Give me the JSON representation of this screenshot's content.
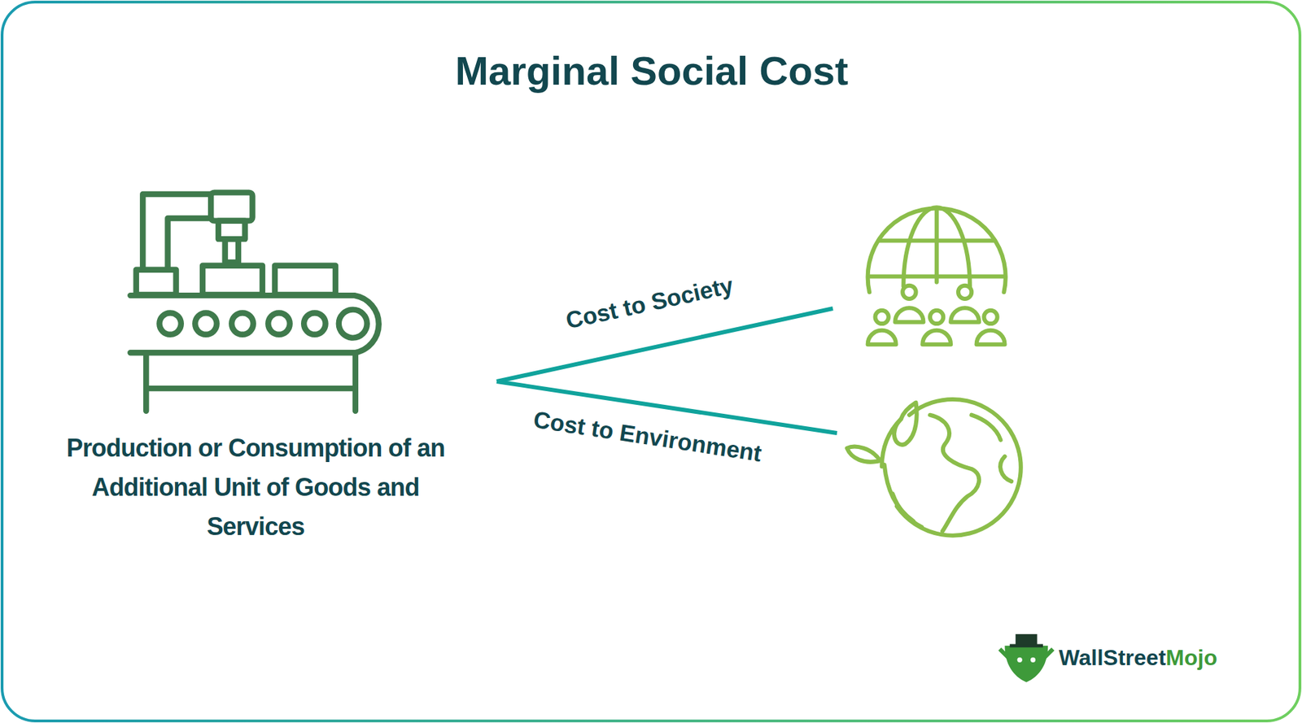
{
  "diagram": {
    "title": "Marginal Social Cost",
    "nodes": [
      {
        "text": [
          "Production or Consumption of an Additional Unit of Goods and Services"
        ]
      }
    ],
    "labels": [
      "Cost to Society",
      "Cost to Environment",
      "WallStreet",
      "Mojo"
    ]
  }
}
